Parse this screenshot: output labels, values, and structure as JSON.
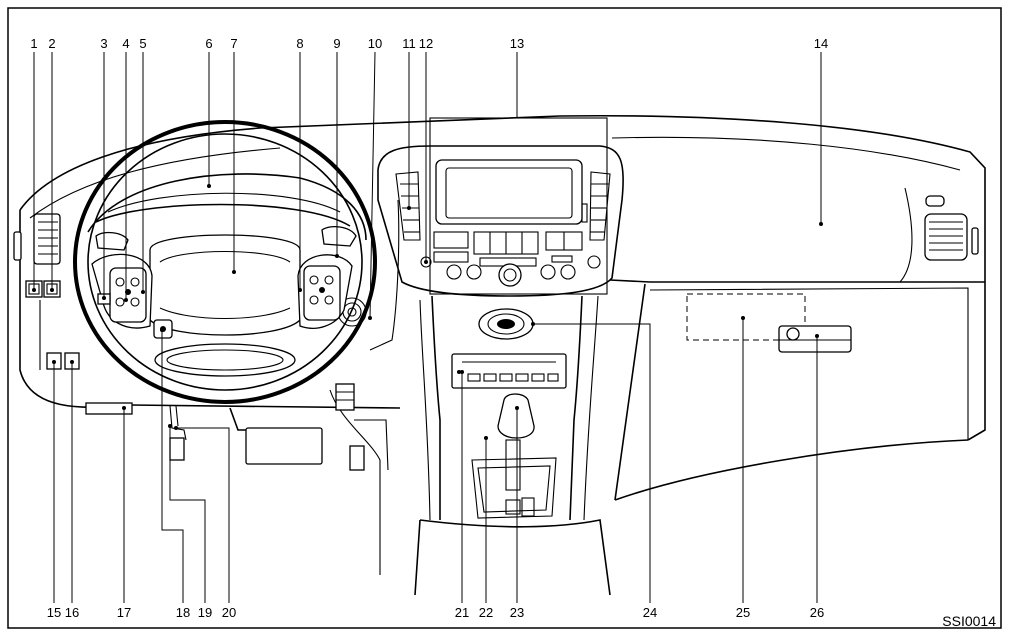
{
  "figure_code": "SSI0014",
  "callouts": {
    "top": [
      "1",
      "2",
      "3",
      "4",
      "5",
      "6",
      "7",
      "8",
      "9",
      "10",
      "11",
      "12",
      "13",
      "14"
    ],
    "bottom": [
      "15",
      "16",
      "17",
      "18",
      "19",
      "20",
      "21",
      "22",
      "23",
      "24",
      "25",
      "26"
    ]
  }
}
